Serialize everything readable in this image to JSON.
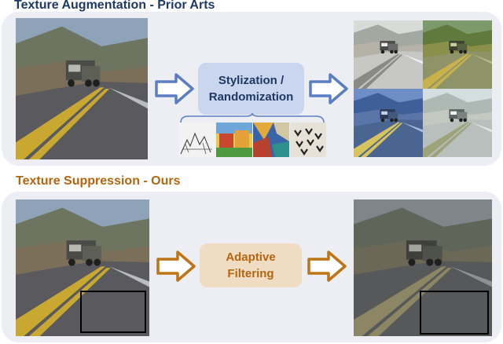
{
  "sections": {
    "prior": {
      "title": "Texture Augmentation - Prior Arts",
      "title_color": "#1f3864"
    },
    "ours": {
      "title": "Texture Suppression - Ours",
      "title_color": "#b5650f"
    }
  },
  "prior_box": {
    "line1": "Stylization /",
    "line2": "Randomization",
    "fill": "#c9d6ee",
    "text_color": "#1f3864"
  },
  "ours_box": {
    "line1": "Adaptive",
    "line2": "Filtering",
    "fill": "#efdcc2",
    "text_color": "#b5650f"
  },
  "colors": {
    "panel": "#eceef3",
    "blue_arrow": "#5b7ec2",
    "orange_arrow": "#bd7416"
  },
  "images": {
    "input_top": "road-truck-photo",
    "styles": [
      "sketch-style",
      "landscape-painting-style",
      "abstract-painting-style",
      "bird-pattern-style"
    ],
    "stylized_grid": [
      "stylized-sketch",
      "stylized-painterly",
      "stylized-blue",
      "stylized-pale"
    ],
    "input_bottom": "road-truck-photo",
    "output_bottom": "filtered-road-truck"
  }
}
